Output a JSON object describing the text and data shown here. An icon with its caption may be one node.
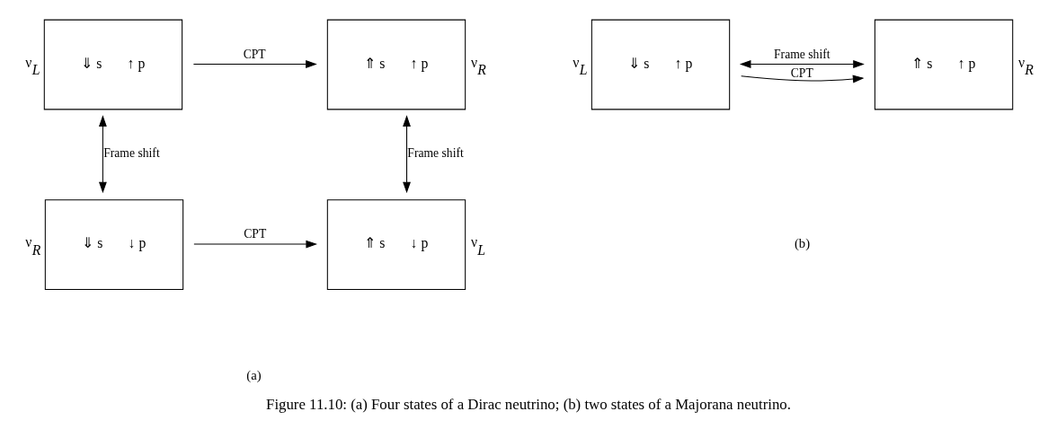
{
  "diagram": {
    "caption": "Figure 11.10: (a) Four states of a Dirac neutrino; (b) two states of a Majorana neutrino.",
    "nodes": [
      {
        "text": [
          "⇓ s",
          "↑ p"
        ],
        "beside": [
          "ν$_{L}$"
        ]
      },
      {
        "text": [
          "⇑ s",
          "↑ p"
        ],
        "beside": [
          "ν$_{R}$"
        ]
      },
      {
        "text": [
          "⇓ s",
          "↓ p"
        ],
        "beside": [
          "ν$_{R}$"
        ]
      },
      {
        "text": [
          "⇑ s",
          "↓ p"
        ],
        "beside": [
          "ν$_{L}$"
        ]
      },
      {
        "text": [
          "⇓ s",
          "↑ p"
        ],
        "beside": [
          "ν$_{L}$"
        ]
      },
      {
        "text": [
          "⇑ s",
          "↑ p"
        ],
        "beside": [
          "ν$_{R}$"
        ]
      }
    ],
    "edges": [
      {
        "from": 0,
        "to": 1,
        "arrow": "to",
        "label": "CPT"
      },
      {
        "from": 0,
        "to": 2,
        "arrow": "both",
        "label": "Frame shift"
      },
      {
        "from": 1,
        "to": 3,
        "arrow": "both",
        "label": "Frame shift"
      },
      {
        "from": 2,
        "to": 3,
        "arrow": "to",
        "label": "CPT"
      },
      {
        "from": 4,
        "to": 5,
        "arrow": "to",
        "label": "CPT"
      },
      {
        "from": 4,
        "to": 5,
        "arrow": "both",
        "label": "Frame shift"
      }
    ],
    "labels": [
      "(a)",
      "(b)"
    ]
  }
}
